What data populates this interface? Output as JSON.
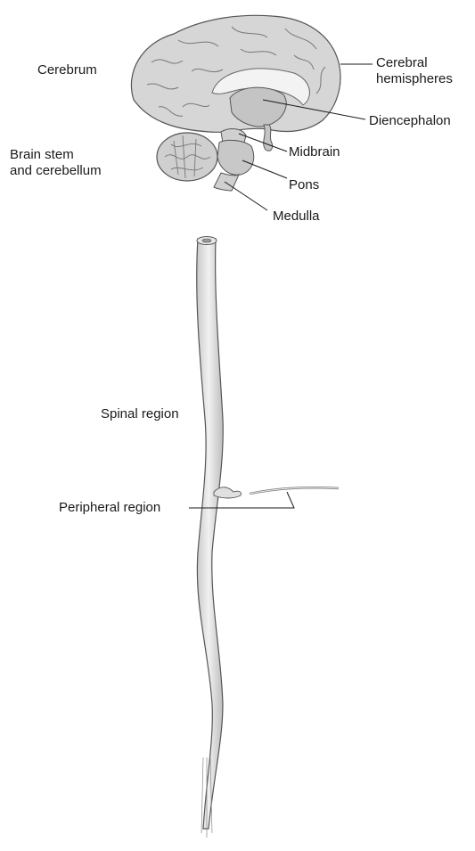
{
  "labels": {
    "cerebrum": "Cerebrum",
    "cerebral_hemispheres_line1": "Cerebral",
    "cerebral_hemispheres_line2": "hemispheres",
    "diencephalon": "Diencephalon",
    "brain_stem_line1": "Brain stem",
    "brain_stem_line2": "and cerebellum",
    "midbrain": "Midbrain",
    "pons": "Pons",
    "medulla": "Medulla",
    "spinal_region": "Spinal region",
    "peripheral_region": "Peripheral region"
  }
}
